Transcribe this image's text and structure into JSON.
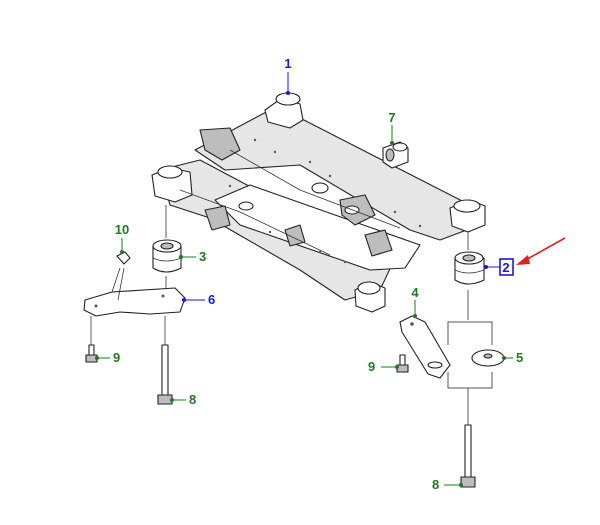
{
  "diagram": {
    "callouts": [
      {
        "id": "c1",
        "label": "1",
        "color": "blue"
      },
      {
        "id": "c2",
        "label": "2",
        "color": "blue",
        "selected": true
      },
      {
        "id": "c3",
        "label": "3",
        "color": "green"
      },
      {
        "id": "c4",
        "label": "4",
        "color": "green"
      },
      {
        "id": "c5",
        "label": "5",
        "color": "green"
      },
      {
        "id": "c6",
        "label": "6",
        "color": "blue"
      },
      {
        "id": "c7",
        "label": "7",
        "color": "green"
      },
      {
        "id": "c8a",
        "label": "8",
        "color": "green"
      },
      {
        "id": "c8b",
        "label": "8",
        "color": "green"
      },
      {
        "id": "c9a",
        "label": "9",
        "color": "green"
      },
      {
        "id": "c9b",
        "label": "9",
        "color": "green"
      },
      {
        "id": "c10",
        "label": "10",
        "color": "green"
      }
    ],
    "colors": {
      "blue": "#1a1ad0",
      "green": "#1f7a1f",
      "arrow": "#e02020",
      "line": "#222222"
    }
  }
}
